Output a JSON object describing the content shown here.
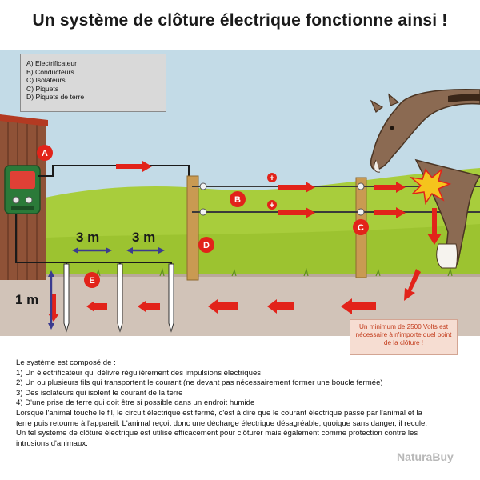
{
  "title": "Un système de clôture électrique fonctionne ainsi !",
  "legend": {
    "items": [
      "A) Electrificateur",
      "B) Conducteurs",
      "C) Isolateurs",
      "C) Piquets",
      "D) Piquets de terre"
    ]
  },
  "labels": {
    "a": "A",
    "b": "B",
    "c": "C",
    "d": "D",
    "e": "E"
  },
  "dimensions": {
    "spacing_1": "3 m",
    "spacing_2": "3 m",
    "depth": "1 m"
  },
  "polarity": {
    "plus_1": "+",
    "plus_2": "+"
  },
  "note": {
    "line1": "Un minimum de 2500 Volts est",
    "line2": "nécessaire à n'importe quel point",
    "line3": "de la clôture !"
  },
  "description": {
    "lines": [
      "Le système est composé de :",
      "1) Un électrificateur qui délivre régulièrement des impulsions électriques",
      "2) Un ou plusieurs fils qui transportent le courant (ne devant pas nécessairement former une boucle fermée)",
      "3) Des isolateurs qui isolent le courant de la terre",
      "4) D'une prise de terre qui doit être si possible dans un endroit humide",
      "Lorsque l'animal touche le fil, le circuit électrique est fermé, c'est à dire que le courant électrique passe par l'animal et la",
      "terre puis retourne à l'appareil. L'animal reçoit donc une décharge électrique désagréable, quoique sans danger, il recule.",
      "Un tel système de clôture électrique est utilisé efficacement pour clôturer mais également comme protection contre les",
      "intrusions d'animaux."
    ]
  },
  "watermark": "NaturaBuy",
  "colors": {
    "sky": "#c3dbe7",
    "grass": "#a8cd3c",
    "soil": "#d1c3b8",
    "current_arrow": "#e2231a",
    "label_circle": "#e2231a",
    "spacing_arrow": "#3b3b8f"
  },
  "icons": {
    "energizer": "electric-fence-energizer-icon",
    "spark": "electric-spark-icon",
    "animal": "horse-illustration"
  }
}
